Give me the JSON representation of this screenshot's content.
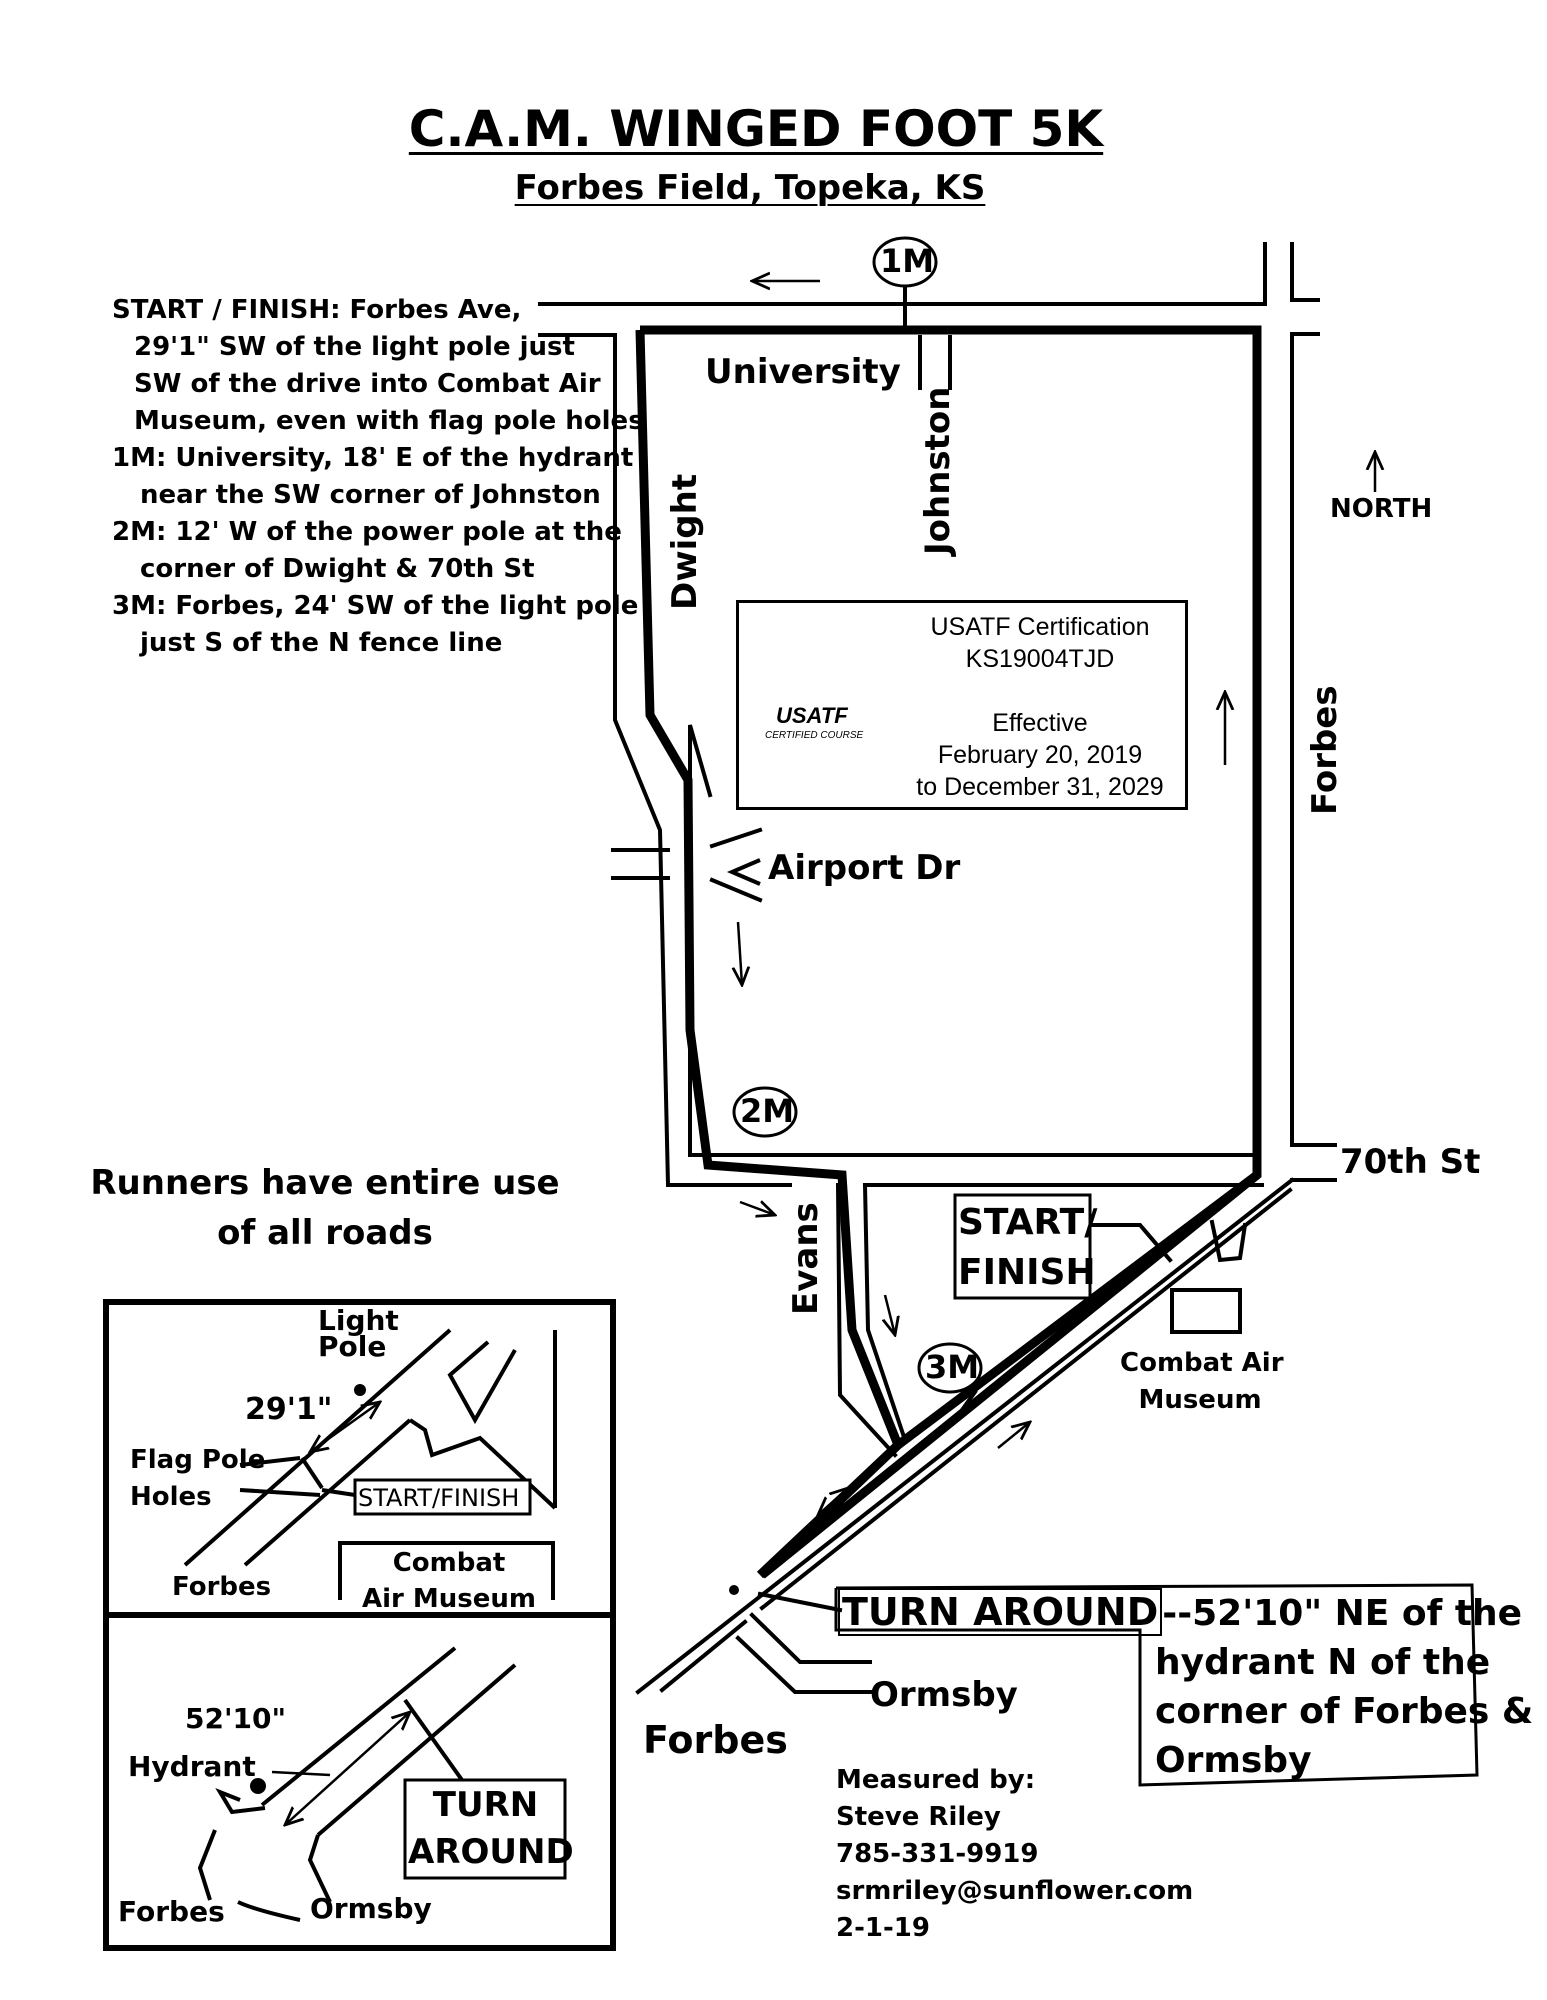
{
  "title": "C.A.M. WINGED FOOT 5K",
  "subtitle": "Forbes Field, Topeka, KS",
  "notes": [
    "START /  FINISH: Forbes Ave,",
    "29'1\" SW of the light pole just",
    "SW of the drive into Combat Air",
    "Museum, even with flag pole holes",
    "1M: University, 18' E of the hydrant",
    "near the SW corner of Johnston",
    "2M: 12' W of the power pole at the",
    "corner of Dwight & 70th St",
    "3M: Forbes, 24' SW of the light pole",
    "just S of the N fence line"
  ],
  "roads": {
    "university": "University",
    "johnston": "Johnston",
    "dwight": "Dwight",
    "forbes_east": "Forbes",
    "airport": "Airport Dr",
    "seventieth": "70th St",
    "evans": "Evans",
    "ormsby": "Ormsby",
    "forbes_south": "Forbes"
  },
  "markers": {
    "m1": "1M",
    "m2": "2M",
    "m3": "3M"
  },
  "north": "NORTH",
  "runners_note": "Runners have entire use of all roads",
  "start_finish": [
    "START/",
    "FINISH"
  ],
  "museum": [
    "Combat Air",
    "Museum"
  ],
  "certification": {
    "lines": [
      "USATF Certification",
      "KS19004TJD",
      "",
      "Effective",
      "February 20, 2019",
      "to December 31, 2029"
    ],
    "logo_word": "USATF",
    "logo_sub": "CERTIFIED COURSE"
  },
  "turnaround": {
    "lead": "TURN AROUND",
    "rest": "--52'10\" NE of the",
    "lines": [
      "hydrant N of the",
      "corner of Forbes &",
      "Ormsby"
    ]
  },
  "measured": [
    "Measured by:",
    "Steve Riley",
    "785-331-9919",
    "srmriley@sunflower.com",
    "2-1-19"
  ],
  "inset_start": {
    "light_pole": [
      "Light",
      "Pole"
    ],
    "distance": "29'1\"",
    "flag_pole": [
      "Flag Pole",
      "Holes"
    ],
    "start_finish": "START/FINISH",
    "museum": [
      "Combat",
      "Air Museum"
    ],
    "forbes": "Forbes"
  },
  "inset_turn": {
    "distance": "52'10\"",
    "hydrant": "Hydrant",
    "turn": [
      "TURN",
      "AROUND"
    ],
    "forbes": "Forbes",
    "ormsby": "Ormsby"
  }
}
